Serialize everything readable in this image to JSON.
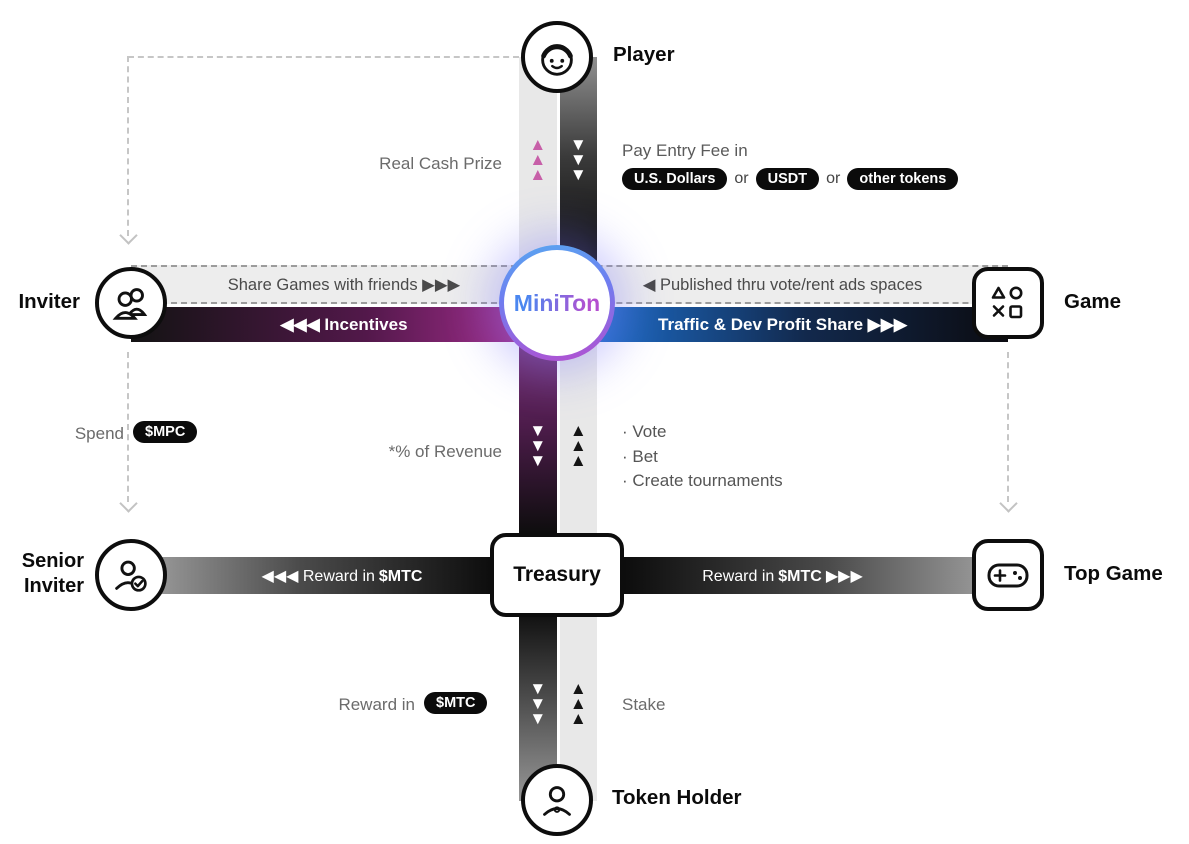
{
  "center": {
    "label": "MiniTon"
  },
  "treasury": {
    "label": "Treasury"
  },
  "nodes": {
    "player": {
      "label": "Player"
    },
    "inviter": {
      "label": "Inviter"
    },
    "game": {
      "label": "Game"
    },
    "senior_inviter": {
      "label_line1": "Senior",
      "label_line2": "Inviter"
    },
    "top_game": {
      "label": "Top Game"
    },
    "token_holder": {
      "label": "Token Holder"
    }
  },
  "flows": {
    "center_to_player": {
      "label": "Real Cash Prize"
    },
    "player_to_center": {
      "label": "Pay Entry Fee in",
      "badge_usd": "U.S. Dollars",
      "or_1": "or",
      "badge_usdt": "USDT",
      "or_2": "or",
      "badge_other": "other tokens"
    },
    "inviter_to_center": {
      "label": "Share Games with friends ▶▶▶"
    },
    "center_to_inviter": {
      "label": "◀◀◀ Incentives"
    },
    "game_to_center": {
      "label": "◀ Published thru vote/rent ads spaces"
    },
    "center_to_game": {
      "label": "Traffic & Dev Profit Share ▶▶▶"
    },
    "center_to_treasury": {
      "label": "*% of Revenue"
    },
    "treasury_to_center": {
      "items": [
        "· Vote",
        "· Bet",
        "· Create tournaments"
      ]
    },
    "inviter_to_senior": {
      "label": "Spend",
      "badge": "$MPC"
    },
    "treasury_to_senior_inviter": {
      "prefix": "◀◀◀ Reward in",
      "badge": "$MTC"
    },
    "treasury_to_top_game": {
      "prefix": "Reward in",
      "badge": "$MTC",
      "suffix": "▶▶▶"
    },
    "treasury_to_token_holder": {
      "label": "Reward in",
      "badge": "$MTC"
    },
    "token_holder_to_treasury": {
      "label": "Stake"
    }
  },
  "icons": {
    "down_triangle": "▼",
    "up_triangle": "▲"
  },
  "colors": {
    "black": "#0d0d0d",
    "magenta": "#b5329b",
    "blue": "#1f7ae0",
    "pink_arrow": "#c75fa8",
    "light_lane": "#e8e8e8",
    "gradient_blue": "#58a7f0",
    "gradient_purple": "#b44fd0"
  }
}
